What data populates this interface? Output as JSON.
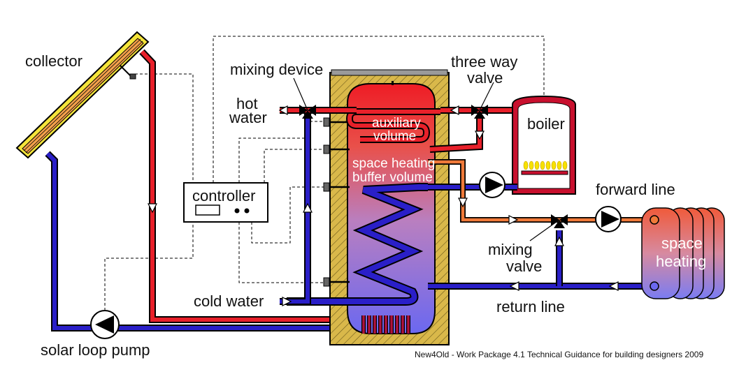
{
  "labels": {
    "collector": "collector",
    "mixing_device": "mixing device",
    "three_way_valve_1": "three way",
    "three_way_valve_2": "valve",
    "hot_water_1": "hot",
    "hot_water_2": "water",
    "boiler": "boiler",
    "auxiliary_volume_1": "auxiliary",
    "auxiliary_volume_2": "volume",
    "space_heating_buffer_1": "space heating",
    "space_heating_buffer_2": "buffer volume",
    "controller": "controller",
    "forward_line": "forward line",
    "mixing_valve_1": "mixing",
    "mixing_valve_2": "valve",
    "space_heating_1": "space",
    "space_heating_2": "heating",
    "cold_water": "cold water",
    "return_line": "return line",
    "solar_loop_pump": "solar loop pump"
  },
  "credit": "New4Old - Work Package 4.1 Technical Guidance for building designers 2009",
  "colors": {
    "hot_pipe": "#e8202a",
    "cold_pipe": "#2a1fc8",
    "warm_pipe": "#f07a3a",
    "collector_fill": "#f3a04a",
    "collector_frame": "#f5e43a",
    "insulation": "#d9b84a",
    "boiler_red": "#c8102e",
    "flame": "#f7e200"
  }
}
